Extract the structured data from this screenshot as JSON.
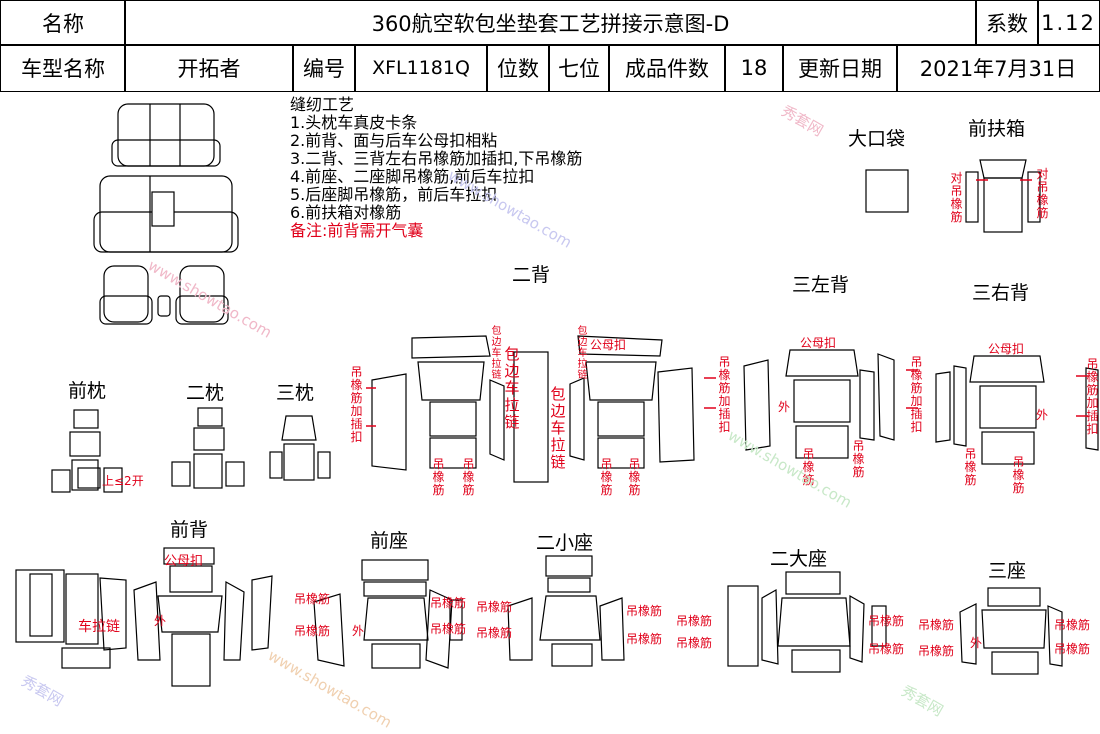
{
  "header": {
    "name_label": "名称",
    "title": "360航空软包坐垫套工艺拼接示意图-D",
    "series_label": "系数",
    "series_value": "1.12",
    "model_label": "车型名称",
    "model_value": "开拓者",
    "code_label": "编号",
    "code_value": "XFL1181Q",
    "seats_label": "位数",
    "seats_value": "七位",
    "pieces_label": "成品件数",
    "pieces_value": "18",
    "date_label": "更新日期",
    "date_value": "2021年7月31日"
  },
  "notes": {
    "heading": "缝纫工艺",
    "items": [
      "1.头枕车真皮卡条",
      "2.前背、面与后车公母扣相粘",
      "3.二背、三背左右吊橡筋加插扣,下吊橡筋",
      "4.前座、二座脚吊橡筋,前后车拉扣",
      "5.后座脚吊橡筋，前后车拉扣",
      "6.前扶箱对橡筋"
    ],
    "remark": "备注:前背需开气囊"
  },
  "labels": {
    "big_pocket": "大口袋",
    "front_armrest": "前扶箱",
    "second_back": "二背",
    "third_left_back": "三左背",
    "third_right_back": "三右背",
    "front_headrest": "前枕",
    "second_headrest": "二枕",
    "third_headrest": "三枕",
    "front_back": "前背",
    "front_seat": "前座",
    "second_small_seat": "二小座",
    "second_big_seat": "二大座",
    "third_seat": "三座"
  },
  "annotations": {
    "dui_diao_xiang_jin": "对吊橡筋",
    "diao_xiang_jin_cha_kou": "吊橡筋加插扣",
    "bao_bian_che_la_lian": "包边车拉链",
    "diao_xiang_jin": "吊橡筋",
    "gong_mu_kou": "公母扣",
    "wai": "外",
    "shang_er_kai": "上≤2开",
    "che_la_lian": "车拉链"
  },
  "watermark": {
    "text1": "秀套网",
    "text2": "www.showtao.com"
  },
  "colors": {
    "annotation_red": "#e0001a",
    "outline": "#000000"
  }
}
